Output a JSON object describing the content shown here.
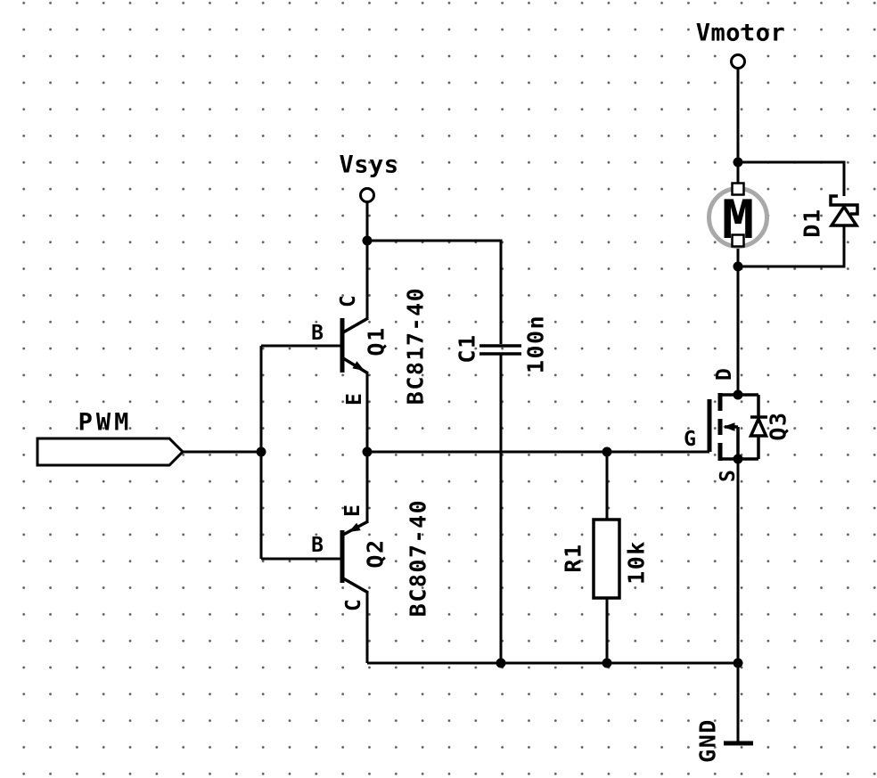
{
  "colors": {
    "wire": "#000000",
    "background": "#ffffff",
    "grid_dot": "#5a5a5a",
    "motor_body": "#a8a8a8"
  },
  "net_labels": {
    "vmotor": "Vmotor",
    "vsys": "Vsys",
    "pwm": "PWM",
    "gnd": "GND"
  },
  "components": {
    "q1": {
      "ref": "Q1",
      "value": "BC817-40",
      "pin_c": "C",
      "pin_b": "B",
      "pin_e": "E"
    },
    "q2": {
      "ref": "Q2",
      "value": "BC807-40",
      "pin_c": "C",
      "pin_b": "B",
      "pin_e": "E"
    },
    "q3": {
      "ref": "Q3",
      "pin_d": "D",
      "pin_g": "G",
      "pin_s": "S"
    },
    "c1": {
      "ref": "C1",
      "value": "100n"
    },
    "r1": {
      "ref": "R1",
      "value": "10k"
    },
    "d1": {
      "ref": "D1"
    },
    "motor": {
      "label": "M"
    }
  }
}
